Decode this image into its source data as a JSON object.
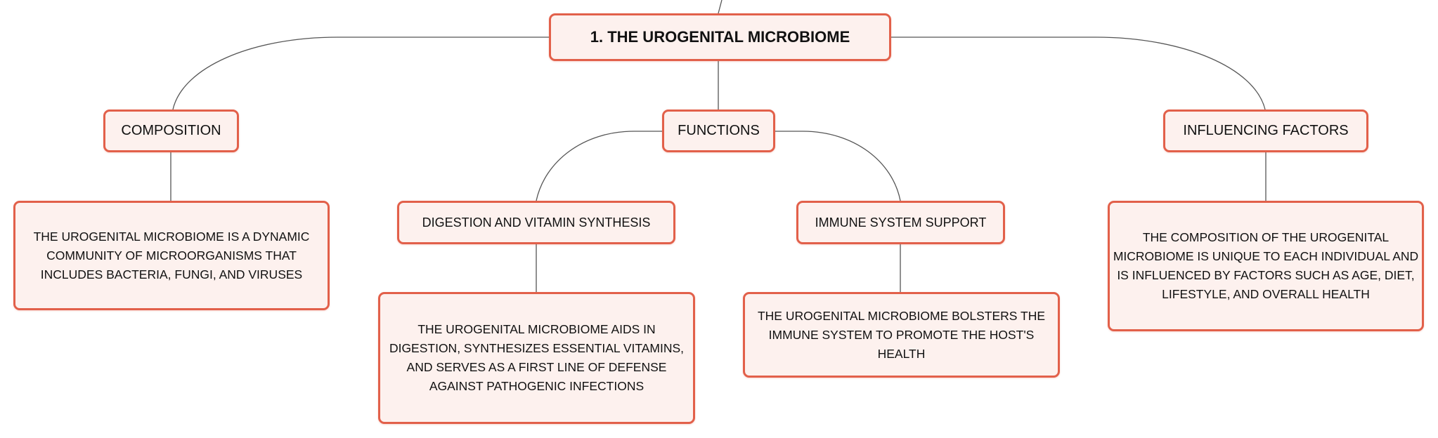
{
  "diagram": {
    "root": {
      "label": "1. THE UROGENITAL MICROBIOME"
    },
    "composition": {
      "label": "COMPOSITION",
      "detail": "THE UROGENITAL MICROBIOME IS A DYNAMIC COMMUNITY OF MICROORGANISMS THAT INCLUDES BACTERIA, FUNGI, AND VIRUSES"
    },
    "functions": {
      "label": "FUNCTIONS",
      "digestion": {
        "label": "DIGESTION AND VITAMIN SYNTHESIS",
        "detail": "THE UROGENITAL MICROBIOME AIDS IN DIGESTION, SYNTHESIZES ESSENTIAL VITAMINS, AND SERVES AS A FIRST LINE OF DEFENSE AGAINST PATHOGENIC INFECTIONS"
      },
      "immune": {
        "label": "IMMUNE SYSTEM SUPPORT",
        "detail": "THE UROGENITAL MICROBIOME BOLSTERS THE IMMUNE SYSTEM TO PROMOTE THE HOST'S HEALTH"
      }
    },
    "influencing_factors": {
      "label": "INFLUENCING FACTORS",
      "detail": "THE COMPOSITION OF THE UROGENITAL MICROBIOME IS UNIQUE TO EACH INDIVIDUAL AND IS INFLUENCED BY FACTORS SUCH AS AGE, DIET, LIFESTYLE, AND OVERALL HEALTH"
    }
  },
  "colors": {
    "node_border": "#e2604a",
    "node_fill": "#fdf1ee",
    "connector": "#555555",
    "text": "#111111"
  }
}
